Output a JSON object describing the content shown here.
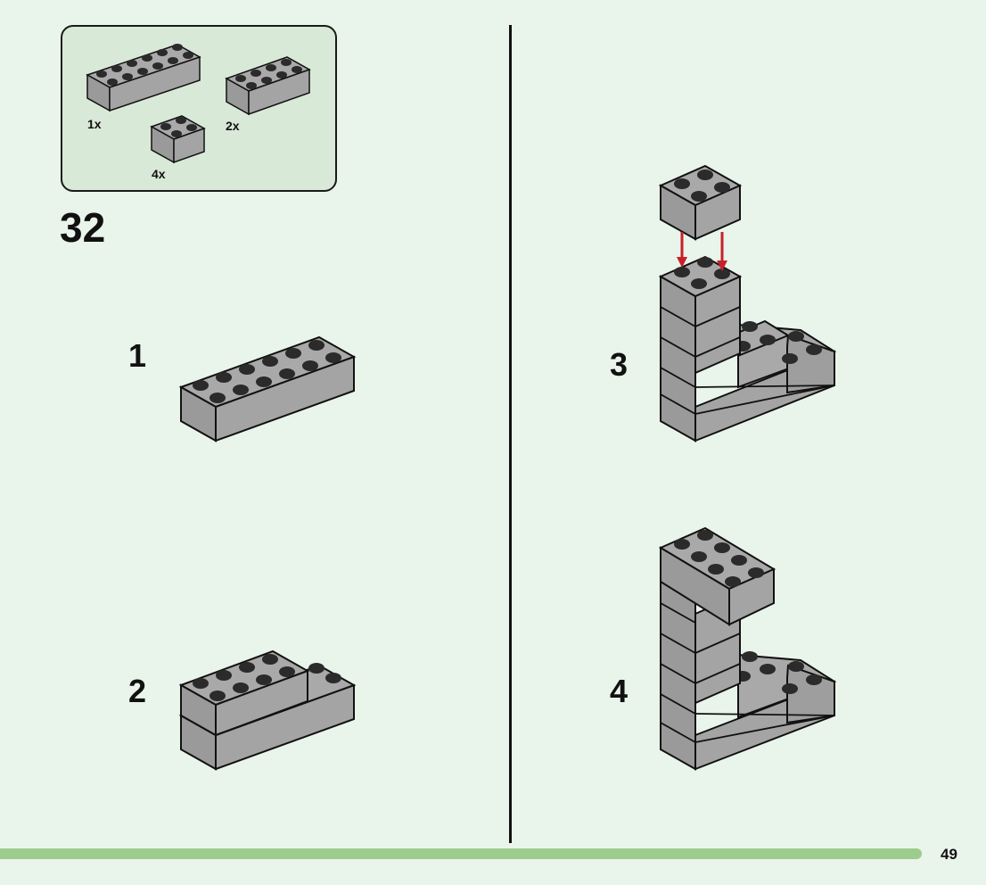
{
  "parts_list": {
    "brick_2x6_qty": "1x",
    "brick_2x4_qty": "2x",
    "brick_2x2_qty": "4x"
  },
  "step_number": "32",
  "sub_steps": [
    "1",
    "2",
    "3",
    "4"
  ],
  "page_number": "49",
  "colors": {
    "background": "#e9f4ea",
    "parts_box": "#d9e9d8",
    "brick_top": "#a9a9a9",
    "brick_side": "#9a9a9a",
    "stud": "#2b2b2b",
    "arrow": "#c8202a",
    "footer_bar": "#9ccc8e"
  }
}
